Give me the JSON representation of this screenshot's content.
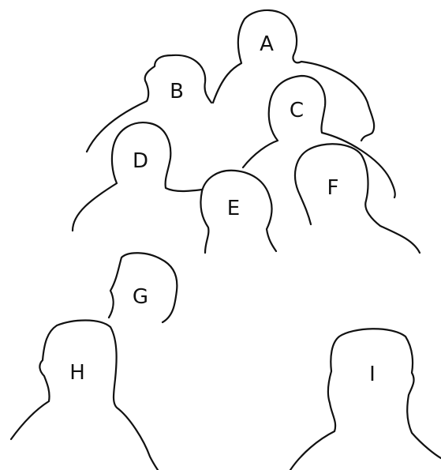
{
  "figures": [
    {
      "id": "A",
      "label": "A"
    },
    {
      "id": "B",
      "label": "B"
    },
    {
      "id": "C",
      "label": "C"
    },
    {
      "id": "D",
      "label": "D"
    },
    {
      "id": "E",
      "label": "E"
    },
    {
      "id": "F",
      "label": "F"
    },
    {
      "id": "G",
      "label": "G"
    },
    {
      "id": "H",
      "label": "H"
    },
    {
      "id": "I",
      "label": "I"
    }
  ],
  "colors": {
    "ink": "#111111",
    "paper": "#ffffff"
  }
}
